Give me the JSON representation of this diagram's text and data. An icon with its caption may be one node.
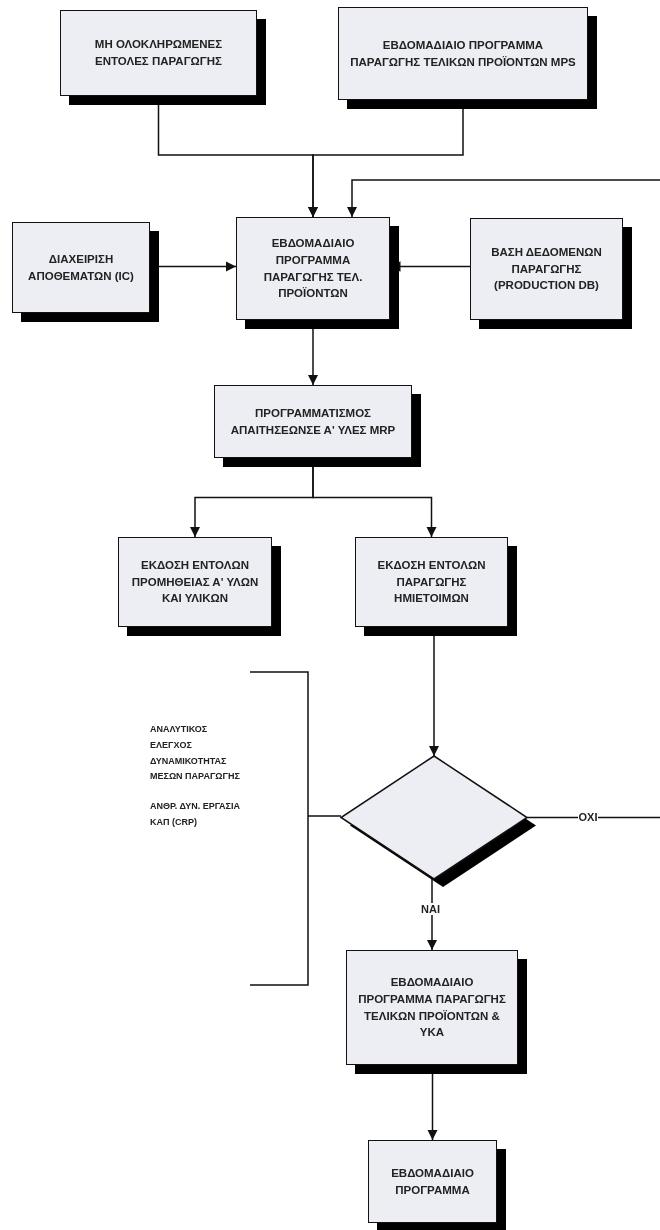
{
  "diagram": {
    "nodes": [
      {
        "text": [
          "ΜΗ ΟΛΟΚΛΗΡΩΜΕΝΕΣ ΕΝΤΟΛΕΣ ΠΑΡΑΓΩΓΗΣ"
        ]
      },
      {
        "text": [
          "ΕΒΔΟΜΑΔΙΑΙΟ ΠΡΟΓΡΑΜΜΑ ΠΑΡΑΓΩΓΗΣ ΤΕΛΙΚΩΝ ΠΡΟΪΟΝΤΩΝ MPS"
        ]
      },
      {
        "text": [
          "ΔΙΑΧΕΙΡΙΣΗ ΑΠΟΘΕΜΑΤΩΝ (IC)"
        ]
      },
      {
        "text": [
          "ΕΒΔΟΜΑΔΙΑΙΟ ΠΡΟΓΡΑΜΜΑ ΠΑΡΑΓΩΓΗΣ ΤΕΛ. ΠΡΟΪΟΝΤΩΝ"
        ]
      },
      {
        "text": [
          "ΒΑΣΗ ΔΕΔΟΜΕΝΩΝ ΠΑΡΑΓΩΓΗΣ (PRODUCTION DB)"
        ]
      },
      {
        "text": [
          "ΠΡΟΓΡΑΜΜΑΤΙΣΜΟΣ ΑΠΑΙΤΗΣΕΩΝΣΕ Α' ΥΛΕΣ MRP"
        ]
      },
      {
        "text": [
          "ΕΚΔΟΣΗ ΕΝΤΟΛΩΝ ΠΡΟΜΗΘΕΙΑΣ Α' ΥΛΩΝ ΚΑΙ ΥΛΙΚΩΝ"
        ]
      },
      {
        "text": [
          "ΕΚΔΟΣΗ ΕΝΤΟΛΩΝ ΠΑΡΑΓΩΓΗΣ ΗΜΙΕΤΟΙΜΩΝ"
        ]
      },
      {
        "text": [
          "ΑΝΑΛΥΤΙΚΟΣ ΕΛΕΓΧΟΣ ΔΥΝΑΜΙΚΟΤΗΤΑΣ ΜΕΣΩΝ ΠΑΡΑΓΩΓΗΣ",
          "ΑΝΘΡ. ΔΥΝ. ΕΡΓΑΣΙΑ ΚΑΠ (CRP)"
        ]
      },
      {
        "text": [],
        "shape": "diamond"
      },
      {
        "text": [
          "ΕΒΔΟΜΑΔΙΑΙΟ ΠΡΟΓΡΑΜΜΑ ΠΑΡΑΓΩΓΗΣ ΤΕΛΙΚΩΝ ΠΡΟΪΟΝΤΩΝ & ΥΚΑ"
        ]
      },
      {
        "text": [
          "ΕΒΔΟΜΑΔΙΑΙΟ ΠΡΟΓΡΑΜΜΑ"
        ]
      }
    ],
    "edges": [
      {
        "from": 0,
        "to": 3,
        "arrow": "to"
      },
      {
        "from": 1,
        "to": 3,
        "arrow": "to"
      },
      {
        "from": null,
        "to": 3,
        "arrow": "to"
      },
      {
        "from": 2,
        "to": 3,
        "arrow": "to"
      },
      {
        "from": 4,
        "to": 3,
        "arrow": "to"
      },
      {
        "from": 3,
        "to": 5,
        "arrow": "to"
      },
      {
        "from": 5,
        "to": 6,
        "arrow": "to"
      },
      {
        "from": 5,
        "to": 7,
        "arrow": "to"
      },
      {
        "from": 7,
        "to": 9,
        "arrow": "to"
      },
      {
        "from": 8,
        "to": 9,
        "arrow": "none"
      },
      {
        "from": 9,
        "to": null,
        "arrow": "none",
        "label": "ΟΧΙ"
      },
      {
        "from": 9,
        "to": 10,
        "arrow": "to",
        "label": "ΝΑΙ"
      },
      {
        "from": 10,
        "to": 11,
        "arrow": "to"
      }
    ]
  }
}
